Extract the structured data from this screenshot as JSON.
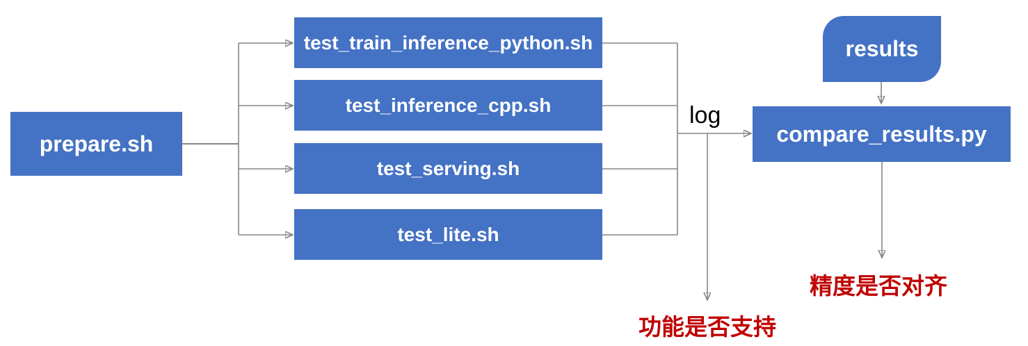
{
  "diagram": {
    "type": "flowchart",
    "nodes": {
      "prepare": "prepare.sh",
      "tests": [
        "test_train_inference_python.sh",
        "test_inference_cpp.sh",
        "test_serving.sh",
        "test_lite.sh"
      ],
      "results": "results",
      "compare": "compare_results.py"
    },
    "edge_labels": {
      "log": "log"
    },
    "annotations": {
      "function_support": "功能是否支持",
      "precision_alignment": "精度是否对齐"
    },
    "colors": {
      "node_fill": "#4472C4",
      "node_text": "#FFFFFF",
      "connector_gray": "#858585",
      "annotation_red": "#C00000",
      "log_text": "#000000",
      "background": "#FFFFFF"
    }
  }
}
